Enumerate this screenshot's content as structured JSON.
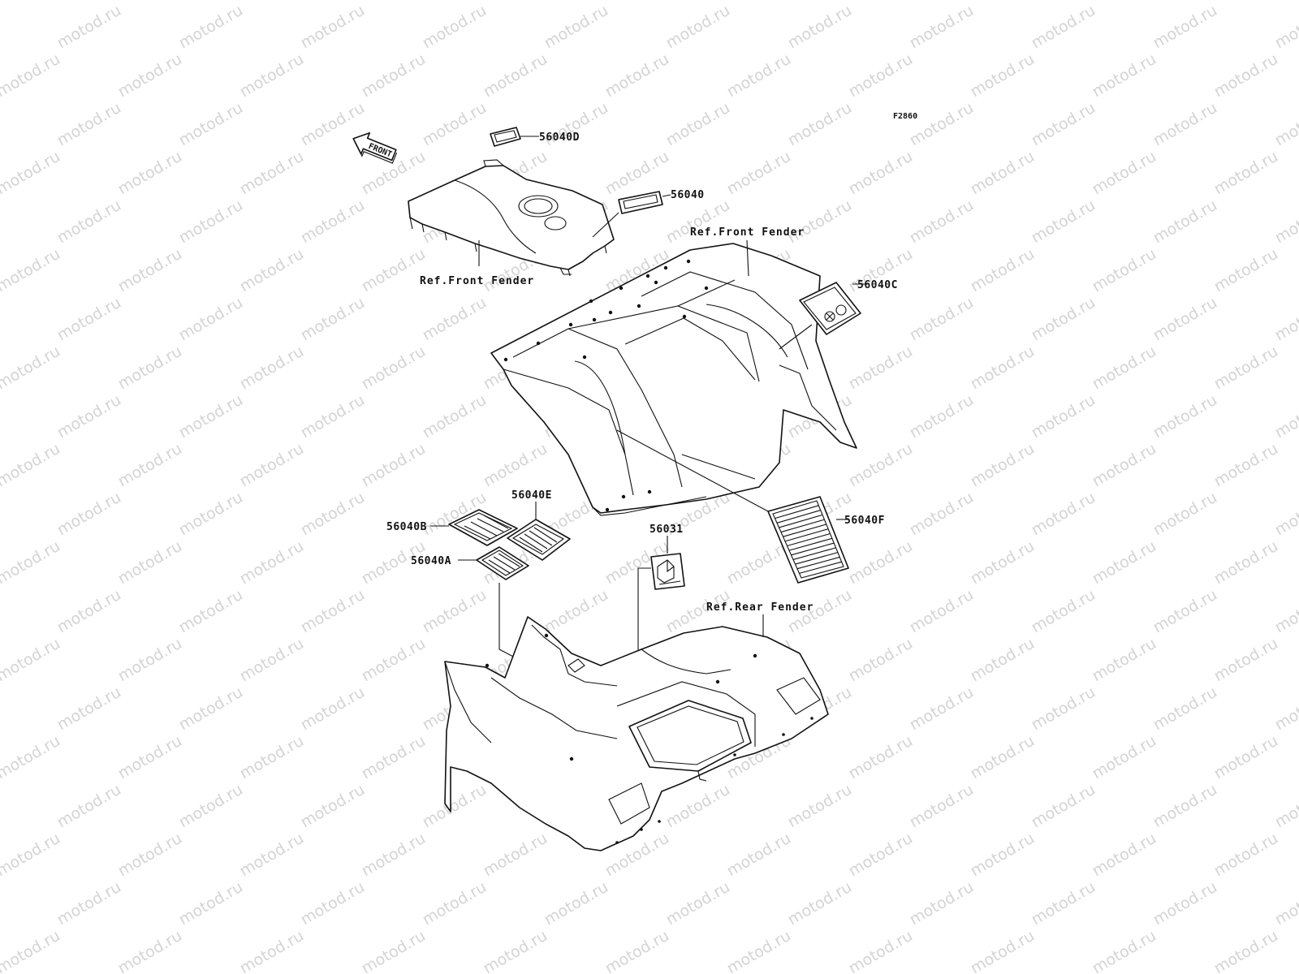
{
  "figure_code": "F2860",
  "watermark": "motod.ru",
  "front_arrow": {
    "text": "FRONT",
    "icon": "front-arrow-icon"
  },
  "ref_labels": {
    "front_fender_top": "Ref.Front Fender",
    "front_fender_left": "Ref.Front Fender",
    "rear_fender": "Ref.Rear Fender"
  },
  "part_labels": {
    "p56040D": "56040D",
    "p56040": "56040",
    "p56040C": "56040C",
    "p56040E": "56040E",
    "p56040B": "56040B",
    "p56040A": "56040A",
    "p56031": "56031",
    "p56040F": "56040F"
  },
  "colors": {
    "line": "#111111",
    "watermark": "#d4d4d4",
    "background": "#ffffff"
  }
}
